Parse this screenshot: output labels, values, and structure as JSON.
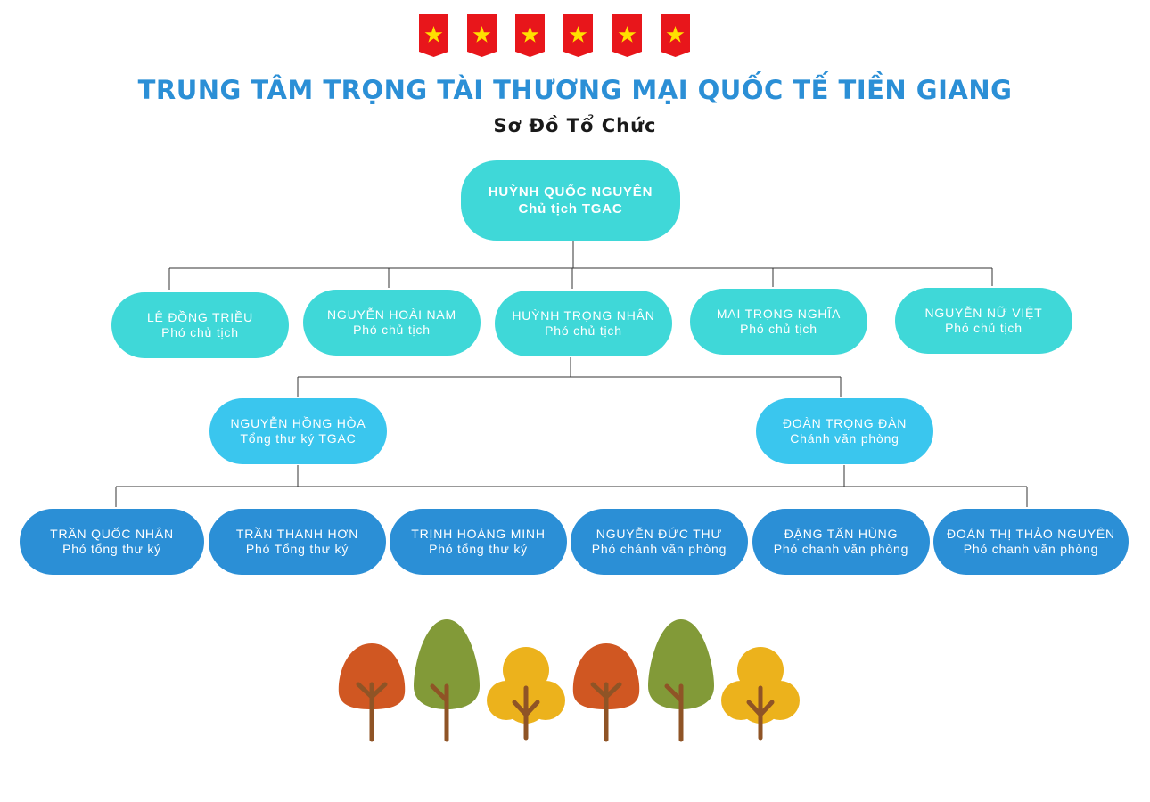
{
  "header": {
    "title": "TRUNG TÂM TRỌNG TÀI THƯƠNG MẠI QUỐC TẾ TIỀN GIANG",
    "subtitle": "Sơ Đồ Tổ Chức"
  },
  "chairman": {
    "name": "HUỲNH QUỐC NGUYÊN",
    "role": "Chủ tịch TGAC"
  },
  "vice_chairs": [
    {
      "name": "LÊ ĐỒNG TRIỀU",
      "role": "Phó chủ tịch"
    },
    {
      "name": "NGUYỄN HOÀI NAM",
      "role": "Phó chủ tịch"
    },
    {
      "name": "HUỲNH TRỌNG NHÂN",
      "role": "Phó chủ tịch"
    },
    {
      "name": "MAI TRỌNG NGHĨA",
      "role": "Phó chủ tịch"
    },
    {
      "name": "NGUYỄN NỮ VIỆT",
      "role": "Phó chủ tịch"
    }
  ],
  "secretaries": [
    {
      "name": "NGUYỄN HỒNG HÒA",
      "role": "Tổng thư ký TGAC"
    },
    {
      "name": "ĐOÀN TRỌNG ĐÀN",
      "role": "Chánh văn phòng"
    }
  ],
  "staff": [
    {
      "name": "TRẦN QUỐC NHÂN",
      "role": "Phó tổng thư ký"
    },
    {
      "name": "TRẦN THANH HƠN",
      "role": "Phó Tổng thư ký"
    },
    {
      "name": "TRỊNH HOÀNG MINH",
      "role": "Phó tổng thư ký"
    },
    {
      "name": "NGUYỄN ĐỨC THƯ",
      "role": "Phó chánh văn phòng"
    },
    {
      "name": "ĐẶNG TẤN HÙNG",
      "role": "Phó chanh văn phòng"
    },
    {
      "name": "ĐOÀN THỊ THẢO NGUYÊN",
      "role": "Phó chanh văn phòng"
    }
  ],
  "decorations": {
    "flag_icons": [
      "vietnam-flag-icon",
      "vietnam-flag-icon",
      "vietnam-flag-icon",
      "vietnam-flag-icon",
      "vietnam-flag-icon",
      "vietnam-flag-icon"
    ],
    "tree_icons": [
      "orange-tree-icon",
      "green-tree-icon",
      "yellow-tree-icon",
      "orange-tree-icon",
      "green-tree-icon",
      "yellow-tree-icon"
    ]
  },
  "colors": {
    "title": "#2b8fd6",
    "level_top": "#3fd8d8",
    "level_1": "#3fd8d8",
    "level_2": "#3ac6ee",
    "level_3": "#2b8fd6",
    "flag_red": "#e8161b",
    "flag_star": "#ffe000"
  }
}
